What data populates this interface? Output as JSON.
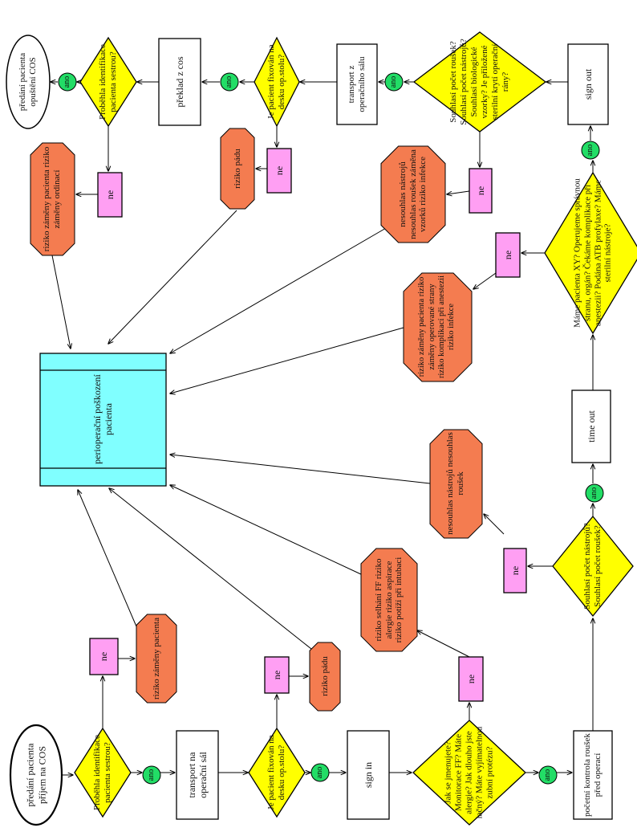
{
  "colors": {
    "decision": "#ffff00",
    "risk": "#f47c50",
    "no_box": "#ff9ff3",
    "yes_circle": "#22dd66",
    "center": "#80ffff",
    "process": "#ffffff",
    "line": "#000000"
  },
  "start": {
    "text": "předání pacienta příjem na COS"
  },
  "end": {
    "text": "předání pacienta opuštění COS"
  },
  "center": {
    "text": "perioperační poškození pacienta"
  },
  "yes_label": "ano",
  "no_label": "ne",
  "process": {
    "transport_sal": "transport na operační sál",
    "sign_in": "sign in",
    "count_before": "početní kontrola roušek před operací",
    "time_out": "time out",
    "sign_out": "sign out",
    "transport_from": "transport z operačního sálu",
    "transfer_cos": "překlad z cos"
  },
  "decisions": {
    "ident1": "Proběhla identifikace pacienta sestrou?",
    "fix1": "Je pacient fixován na desku op.stolu?",
    "signin_q": "Jak se jmenujete? Monitorace FF? Máte alergie? Jak dlouho jste lačný? Máte vyjímatelnou zubní protézu?",
    "count_q": "Souhlasí počet nástrojů? Souhlasí počet roušek?",
    "timeout_q": "Máme pacienta XY? Operujeme správnou stranu, orgán? Čekáme komplikace při anestezii? Podána ATB profylaxe? Máme sterilní nástroje?",
    "signout_q": "Souhlasí počet roušek? Souhlasí počet nástrojů? Souhlasí biologické vzorky? Je přiložené sterilní krytí operační rány?",
    "fix2": "Je pacient fixován na desku op.stolu?",
    "ident2": "Proběhla identifikace pacienta sestrou?"
  },
  "risks": {
    "r_zamena": "riziko záměny pacienta",
    "r_padu1": "riziko pádu",
    "r_signin": "riziko selhání FF riziko alergie riziko aspirace riziko potíží při intubaci",
    "r_count": "nesouhlas nástrojů nesouhlas roušek",
    "r_timeout": "riziko záměny pacienta riziko záměny operované strany riziko komplikací při anestezii riziko infekce",
    "r_signout": "nesouhlas nástrojů nesouhlas roušek záměna vzorků riziko infekce",
    "r_padu2": "riziko pádu",
    "r_ident2": "riziko záměny pacienta riziko záměny ordinací"
  }
}
